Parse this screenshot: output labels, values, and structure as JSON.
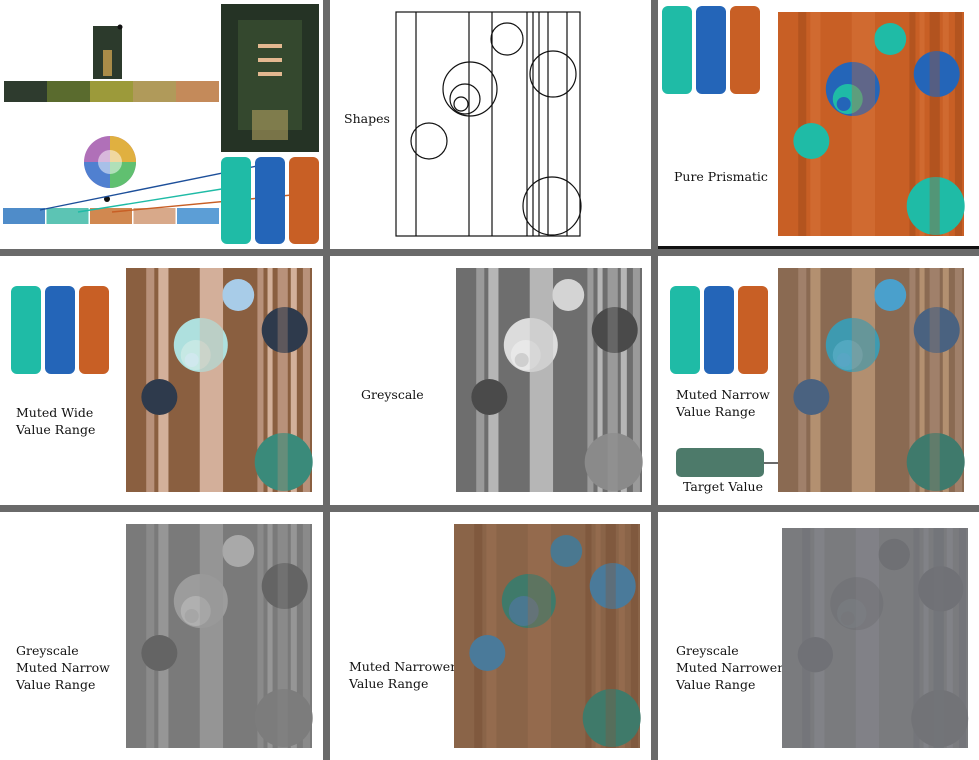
{
  "colors": {
    "teal": "#1fbba6",
    "blue": "#2465b8",
    "orange": "#c85f25",
    "muted_brown": "#8a5f40",
    "grey": "#6e6e6e",
    "target": "#4d7a6a"
  },
  "palette_colors": [
    "#2e3b2e",
    "#5a6b2e",
    "#9c9a3a",
    "#b09a5a",
    "#c48a5a"
  ],
  "wheel_swatches": [
    "#4f8cc9",
    "#5cc4b4",
    "#d18850",
    "#d8a98a",
    "#5c9ed6"
  ],
  "labels": {
    "shapes": "Shapes",
    "pure_prismatic": "Pure Prismatic",
    "muted_wide": "Muted Wide\nValue Range",
    "greyscale": "Greyscale",
    "muted_narrow": "Muted Narrow\nValue Range",
    "target_value": "Target Value",
    "greyscale_muted_narrow": "Greyscale\nMuted Narrow\nValue Range",
    "muted_narrower": "Muted Narrower\nValue Range",
    "greyscale_muted_narrower": "Greyscale\nMuted Narrower\nValue Range"
  }
}
